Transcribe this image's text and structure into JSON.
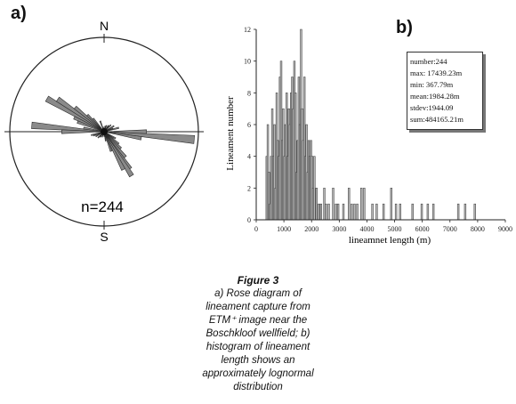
{
  "panel_a_label": "a)",
  "panel_b_label": "b)",
  "chart_data": [
    {
      "type": "rose",
      "directions": [
        {
          "label": "N",
          "position": "top"
        },
        {
          "label": "S",
          "position": "bottom"
        }
      ],
      "annotation": "n=244",
      "petals": [
        {
          "bearing": 95,
          "length": 0.96
        },
        {
          "bearing": 275,
          "length": 0.77
        },
        {
          "bearing": 90,
          "length": 0.45
        },
        {
          "bearing": 270,
          "length": 0.45
        },
        {
          "bearing": 100,
          "length": 0.4
        },
        {
          "bearing": 280,
          "length": 0.22
        },
        {
          "bearing": 300,
          "length": 0.7
        },
        {
          "bearing": 305,
          "length": 0.6
        },
        {
          "bearing": 310,
          "length": 0.4
        },
        {
          "bearing": 295,
          "length": 0.35
        },
        {
          "bearing": 290,
          "length": 0.3
        },
        {
          "bearing": 315,
          "length": 0.25
        },
        {
          "bearing": 145,
          "length": 0.48
        },
        {
          "bearing": 148,
          "length": 0.55
        },
        {
          "bearing": 153,
          "length": 0.45
        },
        {
          "bearing": 140,
          "length": 0.35
        },
        {
          "bearing": 135,
          "length": 0.25
        },
        {
          "bearing": 130,
          "length": 0.2
        },
        {
          "bearing": 125,
          "length": 0.12
        },
        {
          "bearing": 240,
          "length": 0.1
        },
        {
          "bearing": 60,
          "length": 0.12
        },
        {
          "bearing": 45,
          "length": 0.1
        },
        {
          "bearing": 225,
          "length": 0.09
        },
        {
          "bearing": 20,
          "length": 0.07
        },
        {
          "bearing": 200,
          "length": 0.06
        },
        {
          "bearing": 160,
          "length": 0.22
        },
        {
          "bearing": 340,
          "length": 0.12
        },
        {
          "bearing": 120,
          "length": 0.14
        },
        {
          "bearing": 255,
          "length": 0.14
        },
        {
          "bearing": 75,
          "length": 0.16
        },
        {
          "bearing": 320,
          "length": 0.18
        },
        {
          "bearing": 170,
          "length": 0.1
        },
        {
          "bearing": 10,
          "length": 0.06
        },
        {
          "bearing": 35,
          "length": 0.08
        },
        {
          "bearing": 215,
          "length": 0.07
        },
        {
          "bearing": 350,
          "length": 0.05
        },
        {
          "bearing": 180,
          "length": 0.05
        },
        {
          "bearing": 250,
          "length": 0.12
        },
        {
          "bearing": 70,
          "length": 0.1
        }
      ]
    },
    {
      "type": "bar",
      "subtype": "histogram",
      "xlabel": "lineamnet length (m)",
      "ylabel": "Lineament number",
      "xlim": [
        0,
        9000
      ],
      "ylim": [
        0,
        12
      ],
      "xticks": [
        0,
        1000,
        2000,
        3000,
        4000,
        5000,
        6000,
        7000,
        8000,
        9000
      ],
      "yticks": [
        0,
        2,
        4,
        6,
        8,
        10,
        12
      ],
      "bin_width": 60,
      "bars": [
        {
          "x": 380,
          "y": 4
        },
        {
          "x": 420,
          "y": 6
        },
        {
          "x": 460,
          "y": 3
        },
        {
          "x": 500,
          "y": 1
        },
        {
          "x": 540,
          "y": 4
        },
        {
          "x": 580,
          "y": 7
        },
        {
          "x": 620,
          "y": 4
        },
        {
          "x": 660,
          "y": 6
        },
        {
          "x": 700,
          "y": 2
        },
        {
          "x": 740,
          "y": 8
        },
        {
          "x": 780,
          "y": 5
        },
        {
          "x": 820,
          "y": 4
        },
        {
          "x": 860,
          "y": 9
        },
        {
          "x": 900,
          "y": 10
        },
        {
          "x": 940,
          "y": 5
        },
        {
          "x": 980,
          "y": 7
        },
        {
          "x": 1020,
          "y": 4
        },
        {
          "x": 1060,
          "y": 6
        },
        {
          "x": 1100,
          "y": 8
        },
        {
          "x": 1140,
          "y": 4
        },
        {
          "x": 1180,
          "y": 7
        },
        {
          "x": 1220,
          "y": 6
        },
        {
          "x": 1260,
          "y": 8
        },
        {
          "x": 1300,
          "y": 9
        },
        {
          "x": 1340,
          "y": 7
        },
        {
          "x": 1380,
          "y": 10
        },
        {
          "x": 1420,
          "y": 8
        },
        {
          "x": 1460,
          "y": 3
        },
        {
          "x": 1500,
          "y": 5
        },
        {
          "x": 1540,
          "y": 9
        },
        {
          "x": 1580,
          "y": 6
        },
        {
          "x": 1620,
          "y": 12
        },
        {
          "x": 1660,
          "y": 7
        },
        {
          "x": 1700,
          "y": 5
        },
        {
          "x": 1740,
          "y": 9
        },
        {
          "x": 1780,
          "y": 4
        },
        {
          "x": 1820,
          "y": 6
        },
        {
          "x": 1860,
          "y": 3
        },
        {
          "x": 1900,
          "y": 5
        },
        {
          "x": 1940,
          "y": 4
        },
        {
          "x": 1980,
          "y": 5
        },
        {
          "x": 2020,
          "y": 4
        },
        {
          "x": 2060,
          "y": 2
        },
        {
          "x": 2100,
          "y": 4
        },
        {
          "x": 2180,
          "y": 2
        },
        {
          "x": 2260,
          "y": 1
        },
        {
          "x": 2340,
          "y": 1
        },
        {
          "x": 2460,
          "y": 2
        },
        {
          "x": 2520,
          "y": 1
        },
        {
          "x": 2620,
          "y": 1
        },
        {
          "x": 2780,
          "y": 2
        },
        {
          "x": 2880,
          "y": 1
        },
        {
          "x": 2960,
          "y": 1
        },
        {
          "x": 3150,
          "y": 1
        },
        {
          "x": 3350,
          "y": 2
        },
        {
          "x": 3450,
          "y": 1
        },
        {
          "x": 3550,
          "y": 1
        },
        {
          "x": 3650,
          "y": 1
        },
        {
          "x": 3800,
          "y": 2
        },
        {
          "x": 3900,
          "y": 2
        },
        {
          "x": 4200,
          "y": 1
        },
        {
          "x": 4350,
          "y": 1
        },
        {
          "x": 4600,
          "y": 1
        },
        {
          "x": 4880,
          "y": 2
        },
        {
          "x": 5050,
          "y": 1
        },
        {
          "x": 5200,
          "y": 1
        },
        {
          "x": 5650,
          "y": 1
        },
        {
          "x": 5980,
          "y": 1
        },
        {
          "x": 6200,
          "y": 1
        },
        {
          "x": 6400,
          "y": 1
        },
        {
          "x": 7300,
          "y": 1
        },
        {
          "x": 7550,
          "y": 1
        },
        {
          "x": 7900,
          "y": 1
        }
      ],
      "stats": [
        "number:244",
        "max: 17439.23m",
        "min: 367.79m",
        "mean:1984.28m",
        "stdev:1944.09",
        "sum:484165.21m"
      ]
    }
  ],
  "caption": {
    "title": "Figure 3",
    "lines": [
      "a) Rose diagram of",
      "lineament capture from",
      "ETM⁺ image near the",
      "Boschkloof wellfield; b)",
      "histogram of lineament",
      "length shows an",
      "approximately lognormal",
      "distribution"
    ]
  }
}
